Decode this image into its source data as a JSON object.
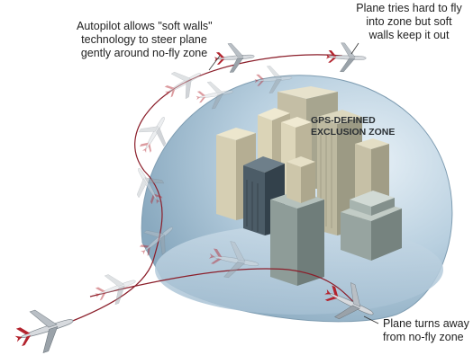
{
  "labels": {
    "autopilot": "Autopilot allows \"soft walls\"\ntechnology to steer plane\ngently around no-fly zone",
    "tries": "Plane tries hard to fly\ninto zone but soft\nwalls keep it out",
    "turns": "Plane turns away\nfrom no-fly zone",
    "zone": "GPS-DEFINED\nEXCLUSION ZONE"
  },
  "colors": {
    "dome": "#a9c4d6",
    "path": "#8b1e2a",
    "plane_body": "#d7dade",
    "plane_tail": "#b3232d",
    "building_light": "#d9d4bd",
    "building_mid": "#8d9a98",
    "building_dark": "#3e4a52"
  },
  "icons": {
    "plane": "airplane-icon"
  }
}
